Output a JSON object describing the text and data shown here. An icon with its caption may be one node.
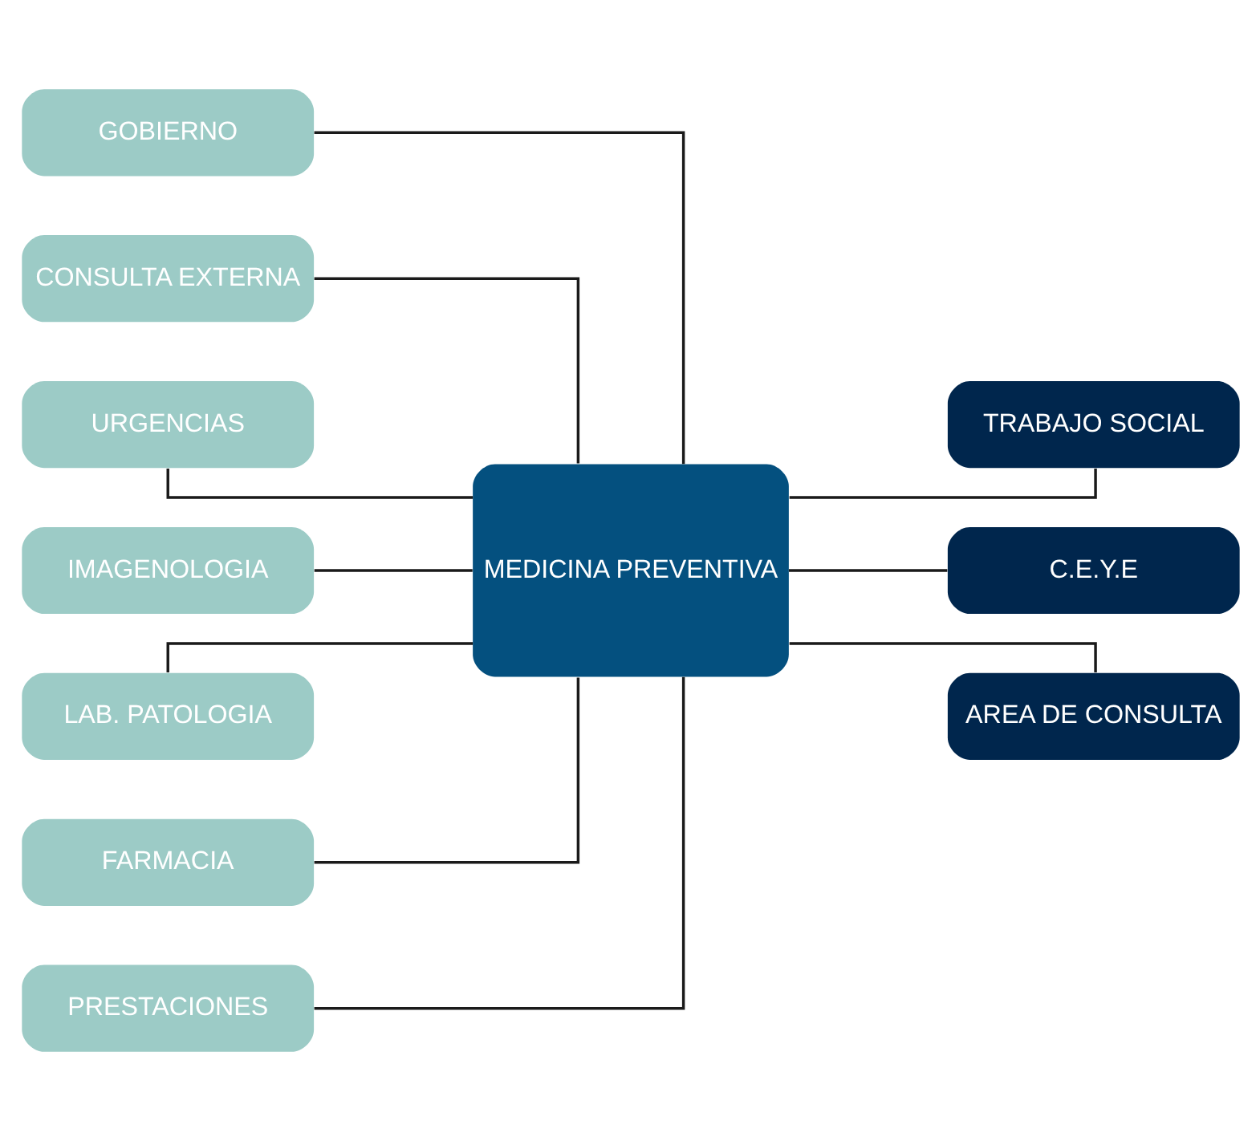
{
  "diagram": {
    "nodes": [
      {
        "text": [
          "GOBIERNO"
        ]
      },
      {
        "text": [
          "CONSULTA EXTERNA"
        ]
      },
      {
        "text": [
          "URGENCIAS"
        ]
      },
      {
        "text": [
          "IMAGENOLOGIA"
        ]
      },
      {
        "text": [
          "LAB. PATOLOGIA"
        ]
      },
      {
        "text": [
          "FARMACIA"
        ]
      },
      {
        "text": [
          "PRESTACIONES"
        ]
      },
      {
        "text": [
          "MEDICINA PREVENTIVA"
        ]
      },
      {
        "text": [
          "TRABAJO SOCIAL"
        ]
      },
      {
        "text": [
          "C.E.Y.E"
        ]
      },
      {
        "text": [
          "AREA DE CONSULTA"
        ]
      }
    ],
    "edges": [
      {
        "from": 0,
        "to": 7,
        "arrow": "none"
      },
      {
        "from": 1,
        "to": 7,
        "arrow": "none"
      },
      {
        "from": 2,
        "to": 7,
        "arrow": "none"
      },
      {
        "from": 3,
        "to": 7,
        "arrow": "none"
      },
      {
        "from": 4,
        "to": 7,
        "arrow": "none"
      },
      {
        "from": 5,
        "to": 7,
        "arrow": "none"
      },
      {
        "from": 6,
        "to": 7,
        "arrow": "none"
      },
      {
        "from": 7,
        "to": 8,
        "arrow": "none"
      },
      {
        "from": 7,
        "to": 9,
        "arrow": "none"
      },
      {
        "from": 7,
        "to": 10,
        "arrow": "none"
      }
    ]
  }
}
